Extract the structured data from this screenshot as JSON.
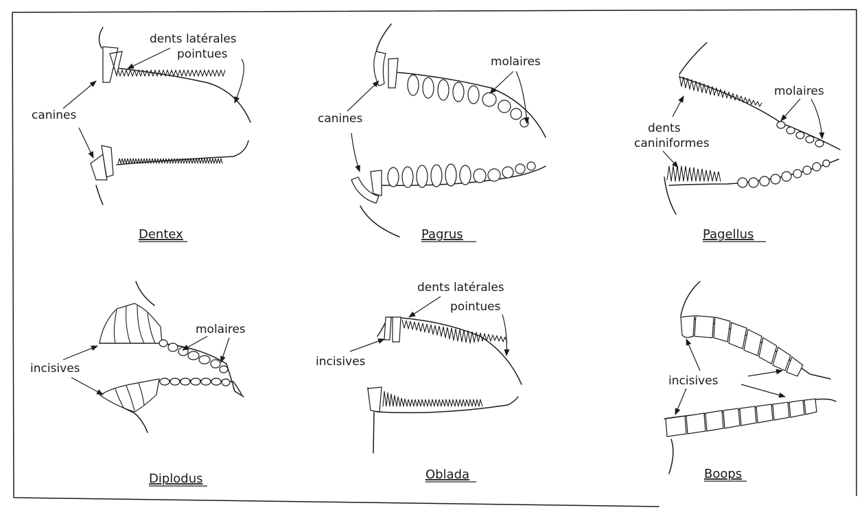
{
  "panels": [
    {
      "genus": "Dentex",
      "labels": [
        "dents latérales",
        "pointues",
        "canines"
      ]
    },
    {
      "genus": "Pagrus",
      "labels": [
        "molaires",
        "canines"
      ]
    },
    {
      "genus": "Pagellus",
      "labels": [
        "molaires",
        "dents",
        "caniniformes"
      ]
    },
    {
      "genus": "Diplodus",
      "labels": [
        "molaires",
        "incisives"
      ]
    },
    {
      "genus": "Oblada",
      "labels": [
        "dents latérales",
        "pointues",
        "incisives"
      ]
    },
    {
      "genus": "Boops",
      "labels": [
        "incisives"
      ]
    }
  ]
}
